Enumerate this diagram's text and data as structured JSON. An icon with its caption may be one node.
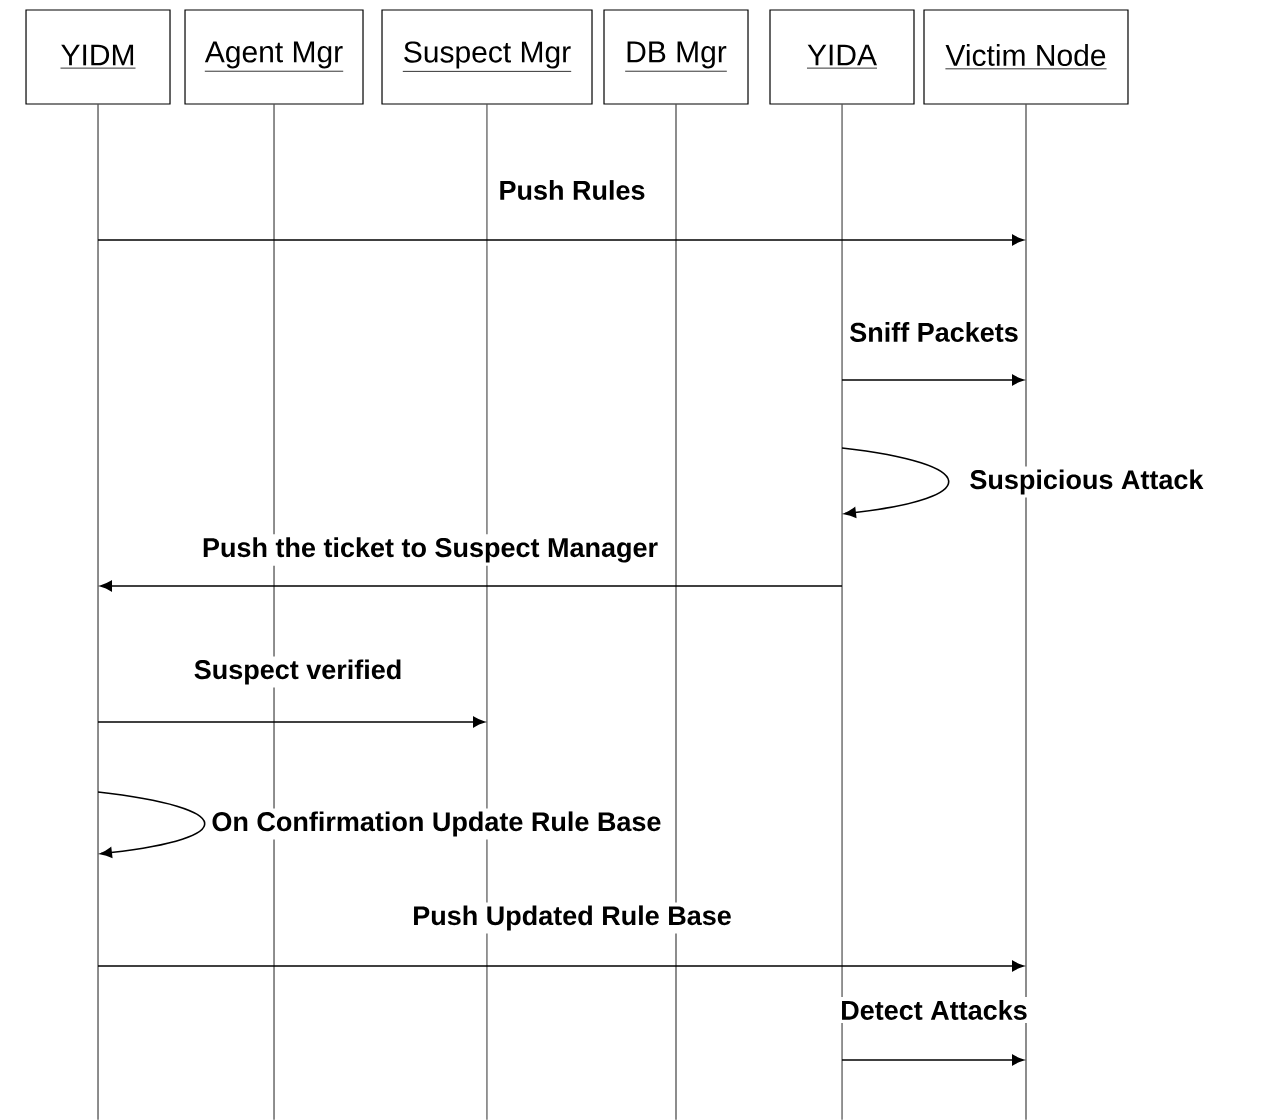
{
  "diagram": {
    "nodes": [
      {
        "text": [
          "YIDM"
        ]
      },
      {
        "text": [
          "Agent Mgr"
        ]
      },
      {
        "text": [
          "Suspect Mgr"
        ]
      },
      {
        "text": [
          "DB Mgr"
        ]
      },
      {
        "text": [
          "YIDA"
        ]
      },
      {
        "text": [
          "Victim Node"
        ]
      },
      {
        "text": [],
        "shape": "line"
      },
      {
        "text": [],
        "shape": "line"
      },
      {
        "text": [],
        "shape": "line"
      },
      {
        "text": [],
        "shape": "line"
      },
      {
        "text": [],
        "shape": "line"
      },
      {
        "text": [],
        "shape": "line"
      }
    ],
    "edges": [
      {
        "from": 6,
        "to": 11,
        "arrow": "to",
        "label": "Push Rules"
      },
      {
        "from": 10,
        "to": 11,
        "arrow": "to",
        "label": "Sniff Packets"
      },
      {
        "from": 10,
        "to": 10,
        "arrow": "to",
        "label": "Suspicious Attack"
      },
      {
        "from": 10,
        "to": 6,
        "arrow": "to",
        "label": "Push the ticket to Suspect Manager"
      },
      {
        "from": 6,
        "to": 8,
        "arrow": "to",
        "label": "Suspect verified"
      },
      {
        "from": 6,
        "to": 6,
        "arrow": "to",
        "label": "On Confirmation Update Rule Base"
      },
      {
        "from": 6,
        "to": 11,
        "arrow": "to",
        "label": "Push Updated Rule Base"
      },
      {
        "from": 10,
        "to": 11,
        "arrow": "to",
        "label": "Detect Attacks"
      }
    ]
  }
}
